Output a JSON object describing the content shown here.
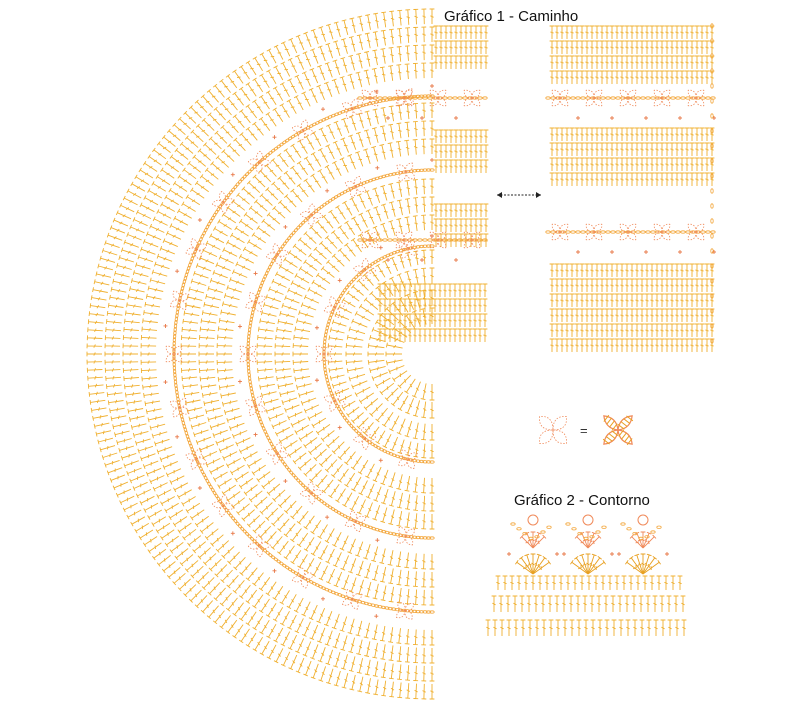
{
  "titles": {
    "chart1": "Gráfico 1 - Caminho",
    "chart2": "Gráfico 2 - Contorno"
  },
  "legend": {
    "equals": "="
  },
  "colors": {
    "stitch": "#f0b030",
    "stitch_dark": "#e8a020",
    "chain": "#f3a63a",
    "motif": "#f08a5a",
    "plus": "#e87848",
    "text": "#111111",
    "arrow": "#222222"
  },
  "icons": {
    "double_crochet": "stick-with-crossbar",
    "chain": "small-oval",
    "single_crochet": "plus-sign",
    "flower_motif": "four-petal-dotted",
    "connector_arrow": "double-headed-dotted-arrow"
  }
}
